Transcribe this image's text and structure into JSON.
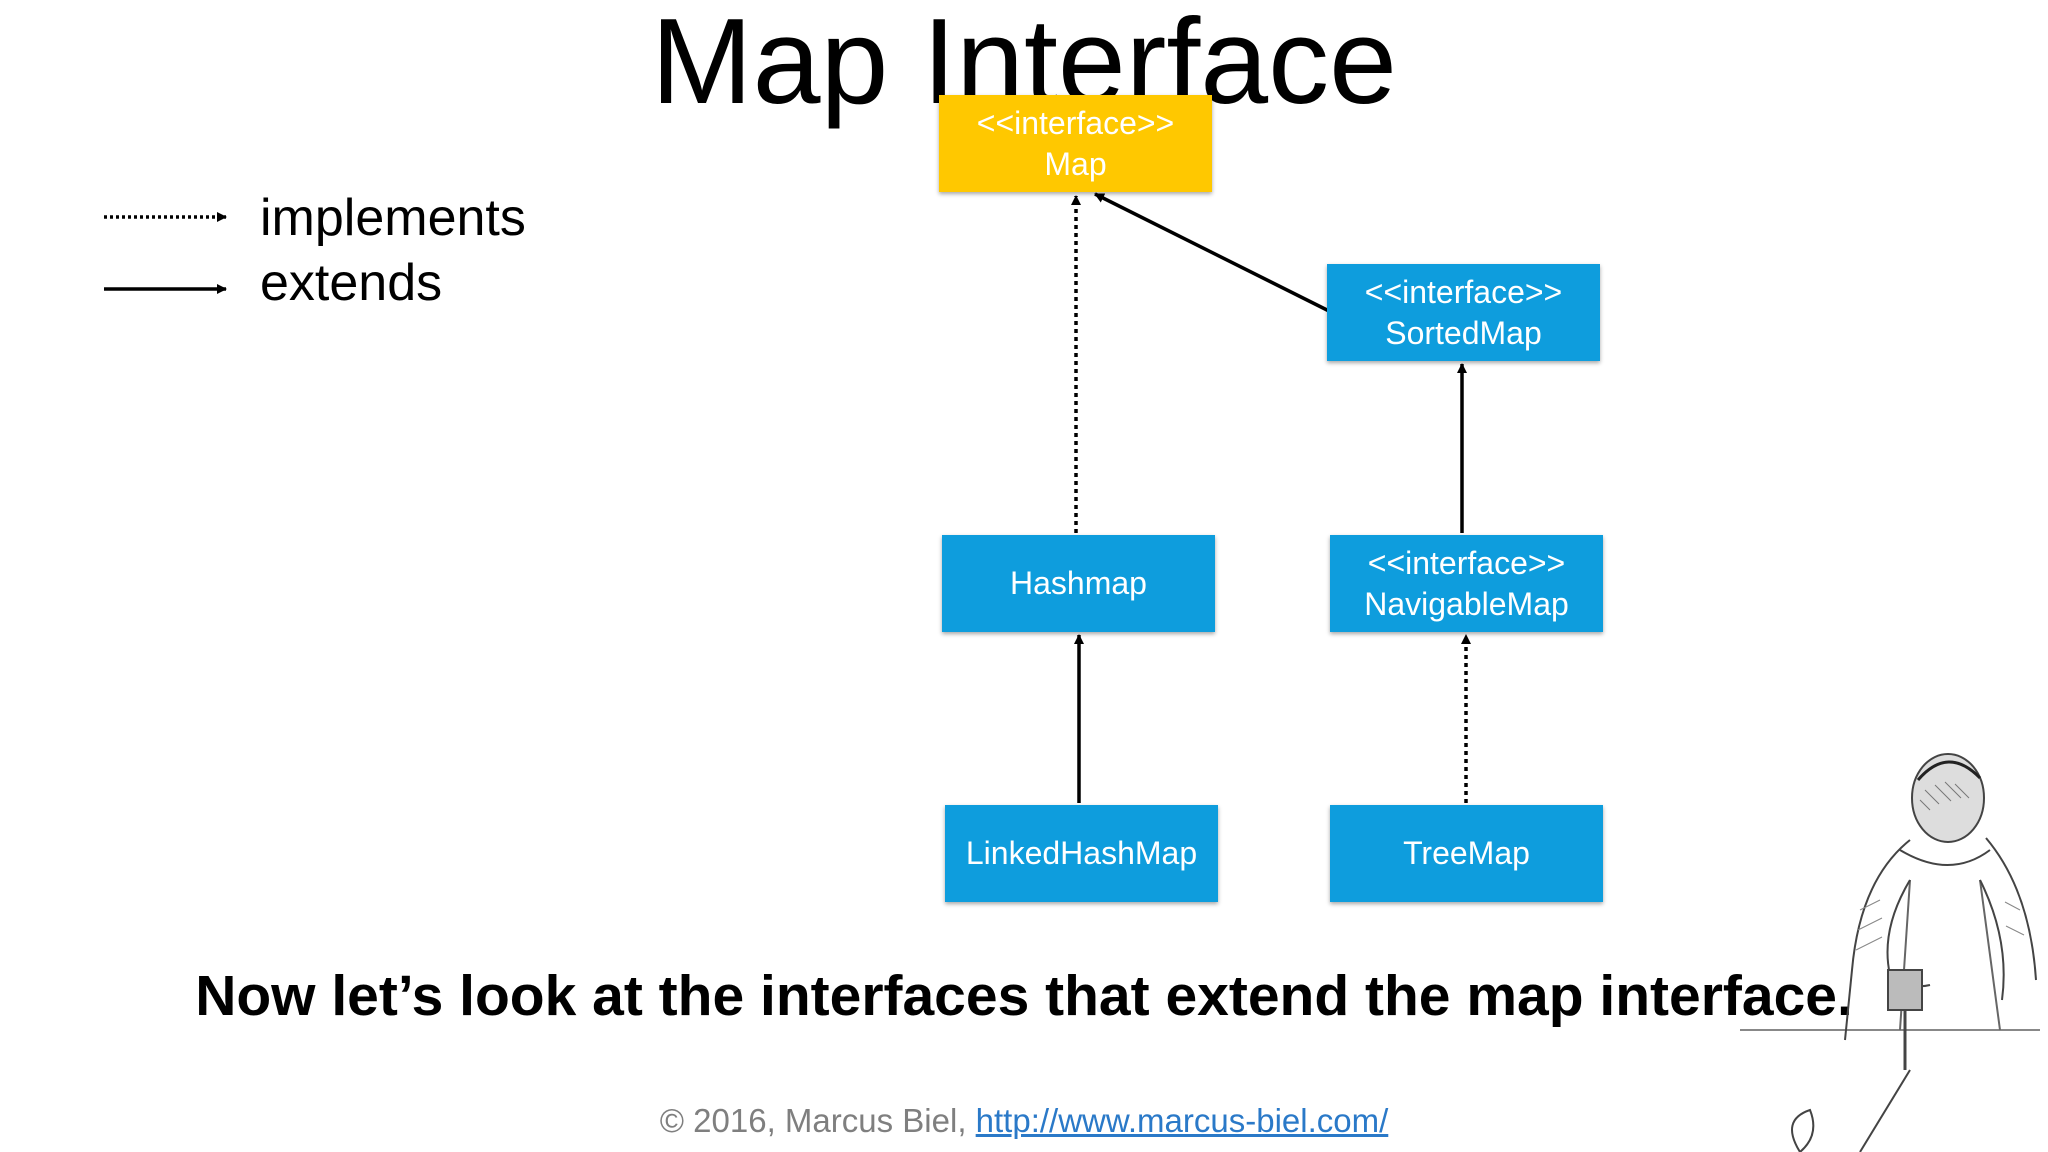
{
  "title": "Map Interface",
  "legend": {
    "implements_label": "implements",
    "extends_label": "extends"
  },
  "nodes": {
    "map": {
      "stereotype": "<<interface>>",
      "name": "Map"
    },
    "sorted_map": {
      "stereotype": "<<interface>>",
      "name": "SortedMap"
    },
    "hashmap": {
      "name": "Hashmap"
    },
    "navigable_map": {
      "stereotype": "<<interface>>",
      "name": "NavigableMap"
    },
    "linked_hash_map": {
      "name": "LinkedHashMap"
    },
    "tree_map": {
      "name": "TreeMap"
    }
  },
  "caption": "Now let’s look at the interfaces that extend the map interface.",
  "footer": {
    "copyright": "© 2016, Marcus Biel,",
    "link_text": "http://www.marcus-biel.com/"
  },
  "colors": {
    "interface_box": "#ffc800",
    "class_box": "#0e9ddd"
  }
}
